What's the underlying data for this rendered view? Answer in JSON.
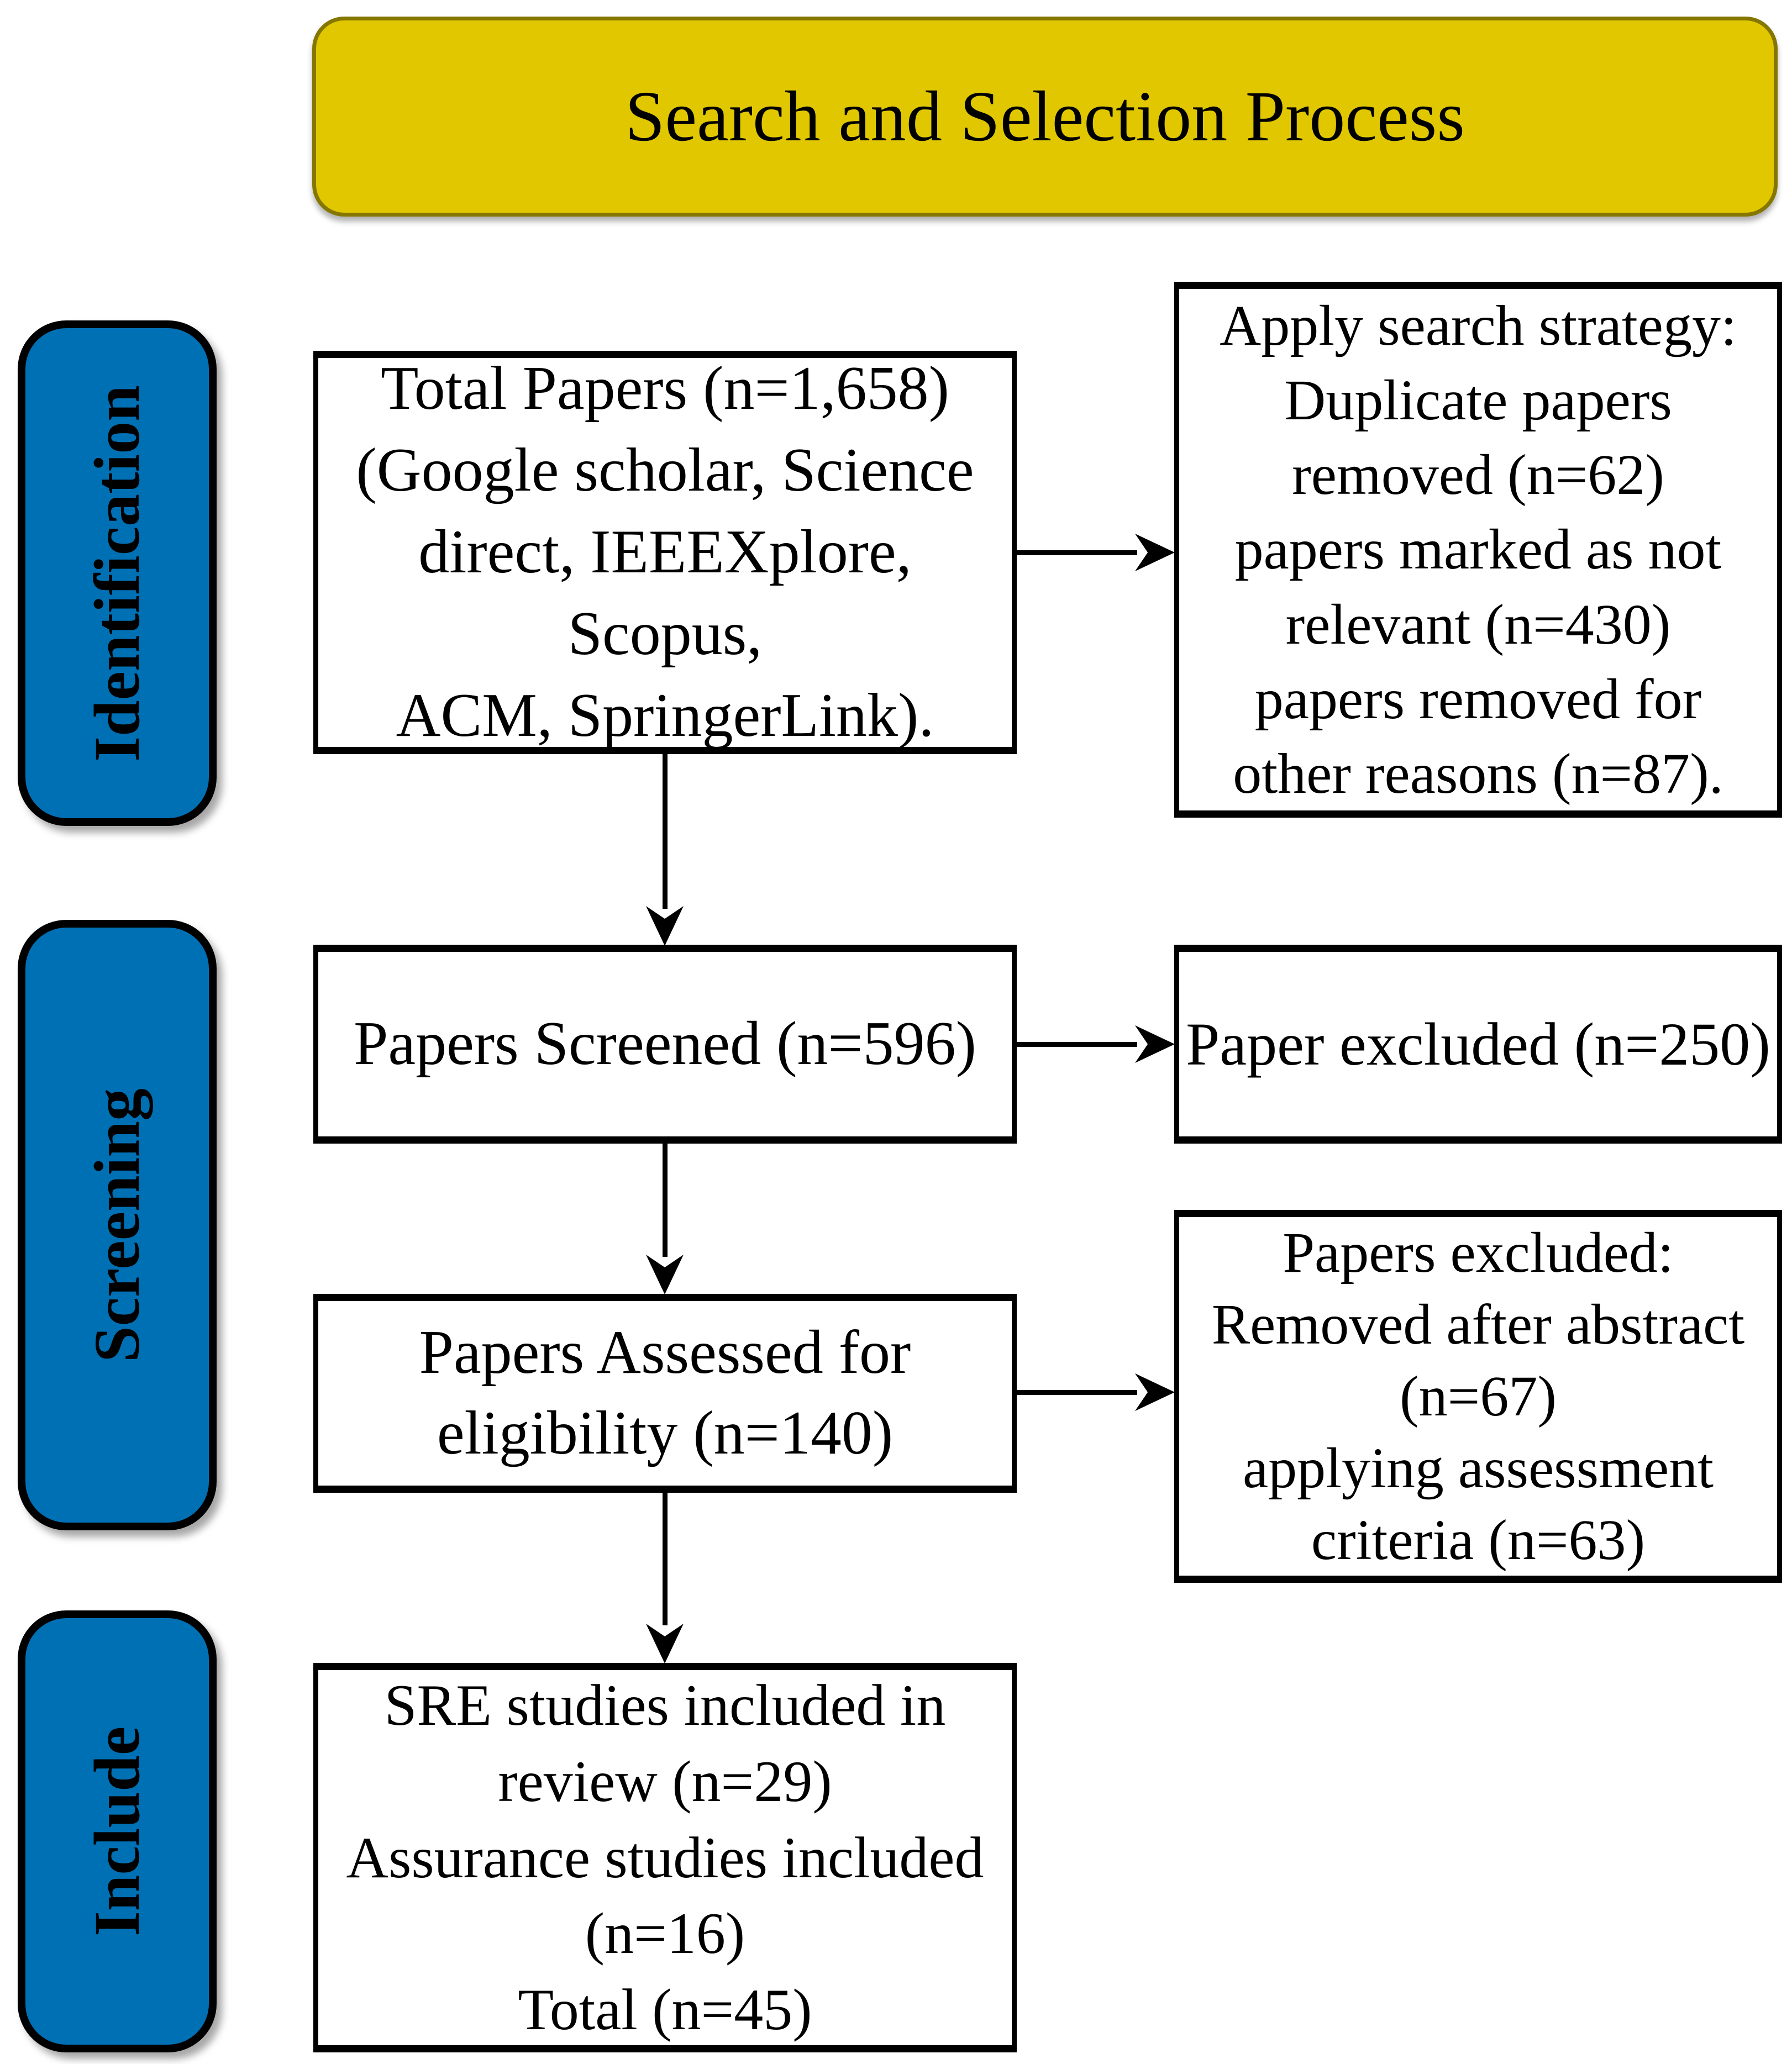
{
  "header": {
    "title": "Search and Selection Process"
  },
  "stages": [
    {
      "label": "Identification"
    },
    {
      "label": "Screening"
    },
    {
      "label": "Include"
    }
  ],
  "flow_boxes": [
    {
      "id": "total-papers",
      "text": "Total Papers (n=1,658)\n(Google scholar, Science\ndirect, IEEEXplore, Scopus,\nACM, SpringerLink)."
    },
    {
      "id": "papers-screened",
      "text": "Papers Screened (n=596)"
    },
    {
      "id": "papers-assessed",
      "text": "Papers Assessed for\neligibility (n=140)"
    },
    {
      "id": "included-studies",
      "text": "SRE studies included in\nreview (n=29)\nAssurance studies included\n(n=16)\nTotal (n=45)"
    }
  ],
  "side_boxes": [
    {
      "id": "search-strategy-removals",
      "text": "Apply search strategy:\nDuplicate papers\nremoved (n=62)\npapers marked as not\nrelevant (n=430)\npapers removed for\nother reasons (n=87)."
    },
    {
      "id": "excluded-after-screening",
      "text": "Paper excluded (n=250)"
    },
    {
      "id": "excluded-after-eligibility",
      "text": "Papers excluded:\nRemoved after abstract\n(n=67)\napplying assessment\ncriteria (n=63)"
    }
  ],
  "colors": {
    "header_fill": "#E0C700",
    "stage_fill": "#0070B5",
    "box_border": "#000000",
    "text": "#000000"
  }
}
